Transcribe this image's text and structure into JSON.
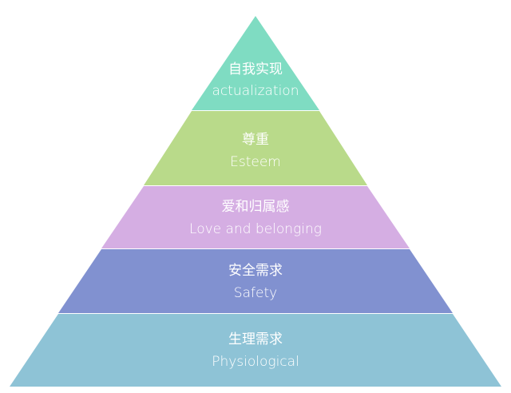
{
  "pyramid": {
    "levels": [
      {
        "cn": "自我实现",
        "en": "actualization",
        "color": "#7fdcc2"
      },
      {
        "cn": "尊重",
        "en": "Esteem",
        "color": "#b9da8a"
      },
      {
        "cn": "爱和归属感",
        "en": "Love and belonging",
        "color": "#d5aee3"
      },
      {
        "cn": "安全需求",
        "en": "Safety",
        "color": "#8191d0"
      },
      {
        "cn": "生理需求",
        "en": "Physiological",
        "color": "#8ec3d6"
      }
    ]
  }
}
